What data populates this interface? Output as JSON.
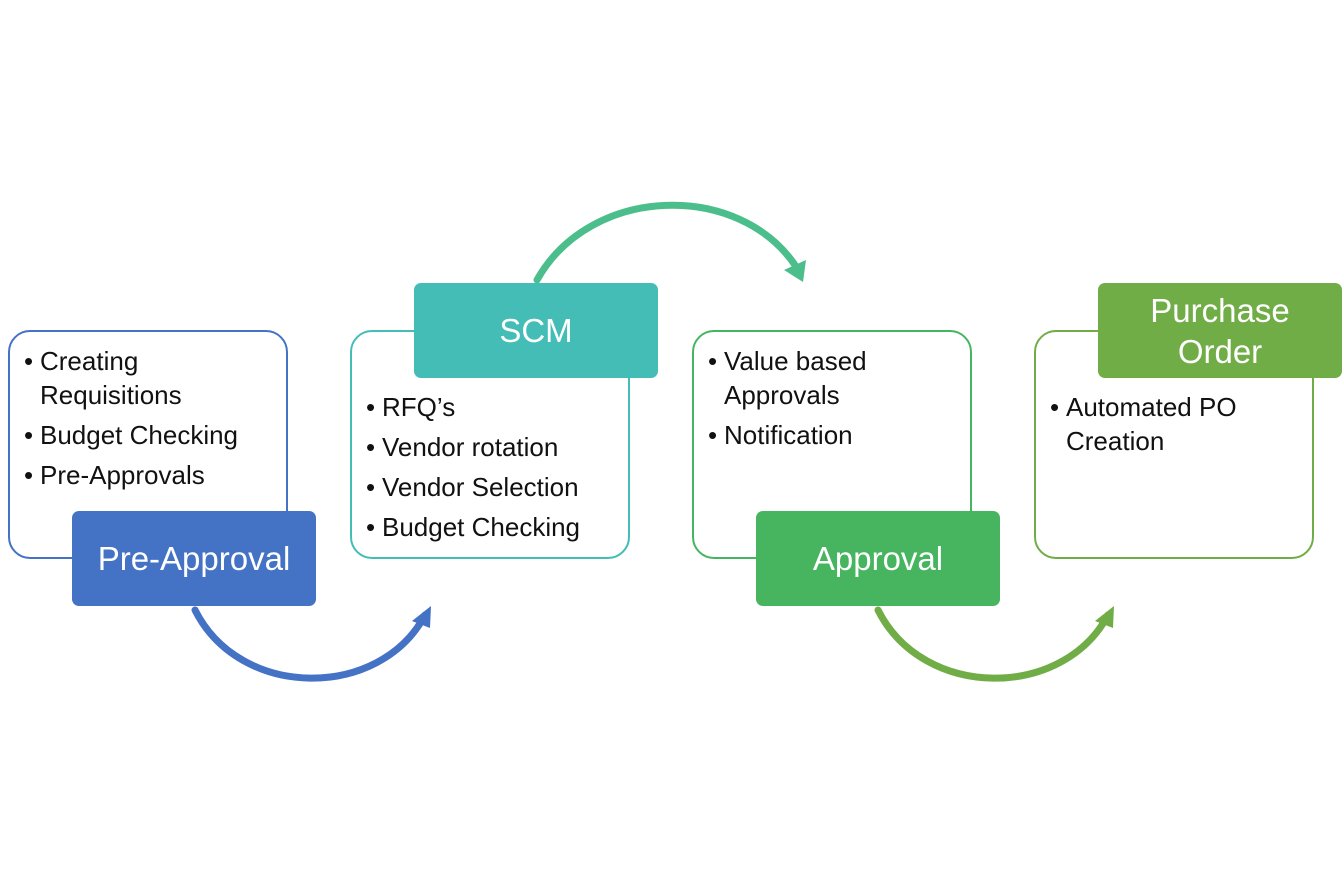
{
  "colors": {
    "pre_approval": "#4472C4",
    "scm": "#44BDB7",
    "approval": "#47B45F",
    "purchase_order": "#71AD47",
    "scm_arrow": "#4BBE8C"
  },
  "stages": {
    "pre_approval": {
      "label": "Pre-Approval",
      "items": [
        "Creating Requisitions",
        "Budget Checking",
        "Pre-Approvals"
      ]
    },
    "scm": {
      "label": "SCM",
      "items": [
        "RFQ’s",
        "Vendor rotation",
        "Vendor Selection",
        "Budget Checking"
      ]
    },
    "approval": {
      "label": "Approval",
      "items": [
        "Value based Approvals",
        "Notification"
      ]
    },
    "purchase_order": {
      "label": "Purchase Order",
      "items": [
        "Automated PO Creation"
      ]
    }
  },
  "bullet_glyph": "•"
}
